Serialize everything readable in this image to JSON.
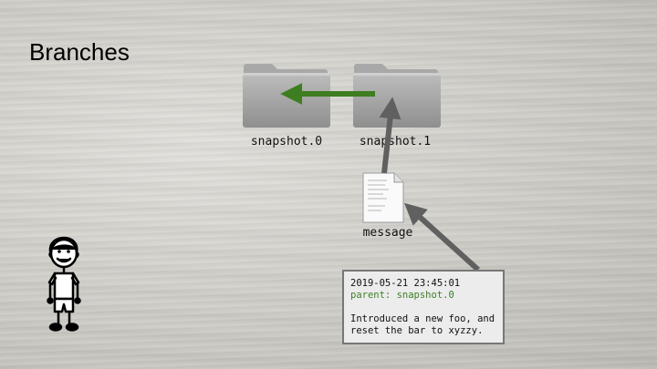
{
  "slide": {
    "title": "Branches"
  },
  "folders": [
    {
      "label": "snapshot.0",
      "icon": "folder-icon"
    },
    {
      "label": "snapshot.1",
      "icon": "folder-icon"
    }
  ],
  "message_file": {
    "label": "message",
    "icon": "document-icon"
  },
  "commit_message": {
    "timestamp": "2019-05-21 23:45:01",
    "parent": "parent: snapshot.0",
    "body_line1": "Introduced a new foo, and",
    "body_line2": "reset the bar to xyzzy."
  },
  "colors": {
    "green_arrow": "#3e7d20",
    "gray_arrow": "#606060",
    "parent_text": "#3f7f27"
  },
  "figure": {
    "icon": "person-icon"
  }
}
